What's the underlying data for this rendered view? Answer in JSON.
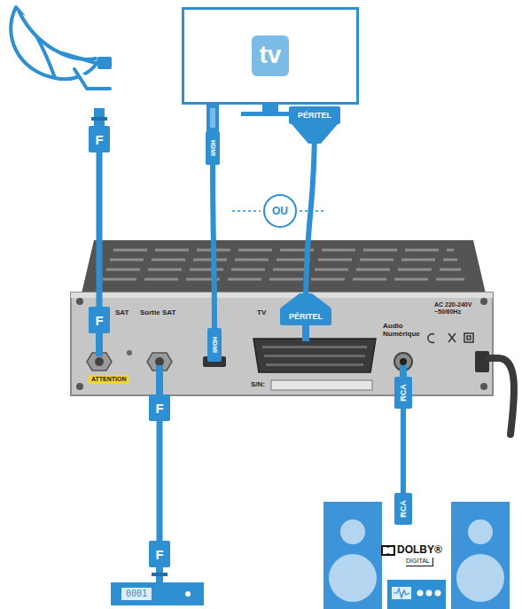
{
  "diagram": {
    "nodes": [
      {
        "text": [
          "tv"
        ]
      },
      {
        "text": [
          "F"
        ]
      },
      {
        "text": [
          "HDMI"
        ]
      },
      {
        "text": [
          "PÉRITEL"
        ]
      },
      {
        "text": [
          "OU"
        ]
      },
      {
        "text": [
          "SAT",
          "Sortie SAT",
          "TV",
          "Audio Numérique",
          "AC 220-240V ~50/60Hz",
          "S/N:",
          "ATTENTION"
        ]
      },
      {
        "text": [
          "F"
        ]
      },
      {
        "text": [
          "HDMI"
        ]
      },
      {
        "text": [
          "PÉRITEL"
        ]
      },
      {
        "text": [
          "RCA"
        ]
      },
      {
        "text": [
          "F"
        ]
      },
      {
        "text": [
          "F"
        ]
      },
      {
        "text": [
          "RCA"
        ]
      },
      {
        "text": [
          "0001"
        ]
      },
      {
        "text": [
          "DOLBY®",
          "DIGITAL"
        ]
      }
    ],
    "edges": [
      {
        "from": 1,
        "to": 6,
        "arrow": "none"
      },
      {
        "from": 2,
        "to": 7,
        "arrow": "none"
      },
      {
        "from": 3,
        "to": 8,
        "arrow": "none"
      },
      {
        "from": 10,
        "to": 11,
        "arrow": "none"
      },
      {
        "from": 9,
        "to": 12,
        "arrow": "none"
      }
    ]
  }
}
